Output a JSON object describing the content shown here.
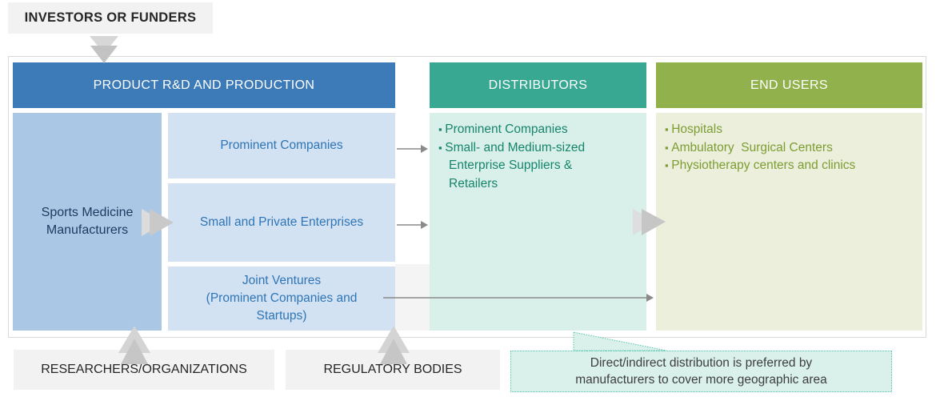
{
  "colors": {
    "production_header": "#3d7ab8",
    "manufacturer_box": "#aac8e6",
    "channel_box": "#d3e2f3",
    "channel_text": "#2e75b6",
    "distributors_header": "#38a892",
    "distributors_panel": "#d8f0e9",
    "distributors_text": "#17846c",
    "end_users_header": "#90b14b",
    "end_users_panel": "#ebefdb",
    "end_users_text": "#7d9d33",
    "external_label_background": "#f2f2f2",
    "arrow_gray": "#c6c6c6",
    "connector_gray": "#8a8a8a",
    "callout_background": "#daf1eb",
    "callout_border": "#55c3ab"
  },
  "investors": {
    "label": "INVESTORS OR FUNDERS"
  },
  "production": {
    "header": "PRODUCT R&D AND PRODUCTION",
    "manufacturers": "Sports Medicine\nManufacturers",
    "channels": [
      "Prominent Companies",
      "Small and Private Enterprises",
      "Joint Ventures\n(Prominent Companies and\nStartups)"
    ]
  },
  "distributors": {
    "header": "DISTRIBUTORS",
    "items": [
      "Prominent Companies",
      "Small- and Medium-sized\nEnterprise Suppliers &\nRetailers"
    ]
  },
  "end_users": {
    "header": "END USERS",
    "items": [
      "Hospitals",
      "Ambulatory  Surgical Centers",
      "Physiotherapy centers and clinics"
    ]
  },
  "external": {
    "researchers": "RESEARCHERS/ORGANIZATIONS",
    "regulatory": "REGULATORY BODIES"
  },
  "callout": {
    "text": "Direct/indirect distribution is preferred by\nmanufacturers to cover more geographic area"
  }
}
